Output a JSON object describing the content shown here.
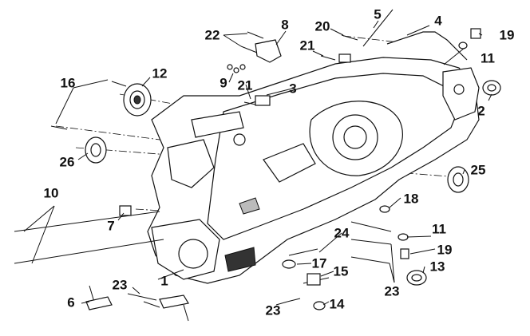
{
  "diagram": {
    "callouts": {
      "c1": "1",
      "c2": "2",
      "c3": "3",
      "c4": "4",
      "c5": "5",
      "c6": "6",
      "c7": "7",
      "c8": "8",
      "c9": "9",
      "c10": "10",
      "c11a": "11",
      "c11b": "11",
      "c12": "12",
      "c13": "13",
      "c14": "14",
      "c15": "15",
      "c16": "16",
      "c17": "17",
      "c18": "18",
      "c19a": "19",
      "c19b": "19",
      "c20": "20",
      "c21a": "21",
      "c21b": "21",
      "c22": "22",
      "c23a": "23",
      "c23b": "23",
      "c23c": "23",
      "c24": "24",
      "c25": "25",
      "c26": "26"
    }
  }
}
